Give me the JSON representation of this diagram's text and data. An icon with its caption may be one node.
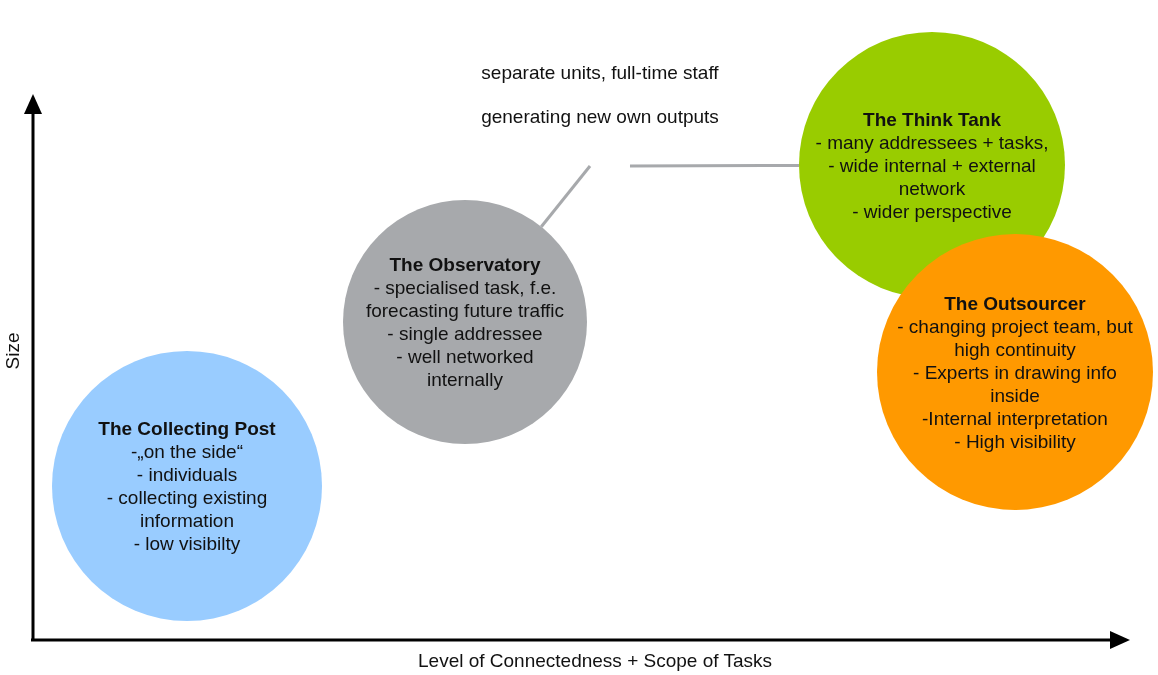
{
  "diagram": {
    "nodes": [
      {
        "text": [
          "separate units, full-time staff",
          "generating new own outputs"
        ]
      },
      {
        "text": [
          "The Observatory",
          "- specialised task, f.e. forecasting future traffic",
          "- single addressee",
          "- well networked internally"
        ]
      },
      {
        "text": [
          "The Think Tank",
          "- many addressees + tasks,",
          "- wide internal + external network",
          "- wider perspective"
        ]
      },
      {
        "text": [
          "The Outsourcer",
          "- changing project team, but high continuity",
          "- Experts in drawing info inside",
          "-Internal interpretation",
          "- High visibility"
        ]
      },
      {
        "text": [
          "The Collecting Post",
          "-„on the side“",
          "- individuals",
          "- collecting existing information",
          "- low visibilty"
        ]
      }
    ],
    "edges": [
      {
        "from": 0,
        "to": 1,
        "arrow": "none"
      },
      {
        "from": 0,
        "to": 2,
        "arrow": "none"
      }
    ],
    "labels": [
      "Size",
      "Level of Connectedness + Scope of Tasks"
    ]
  }
}
